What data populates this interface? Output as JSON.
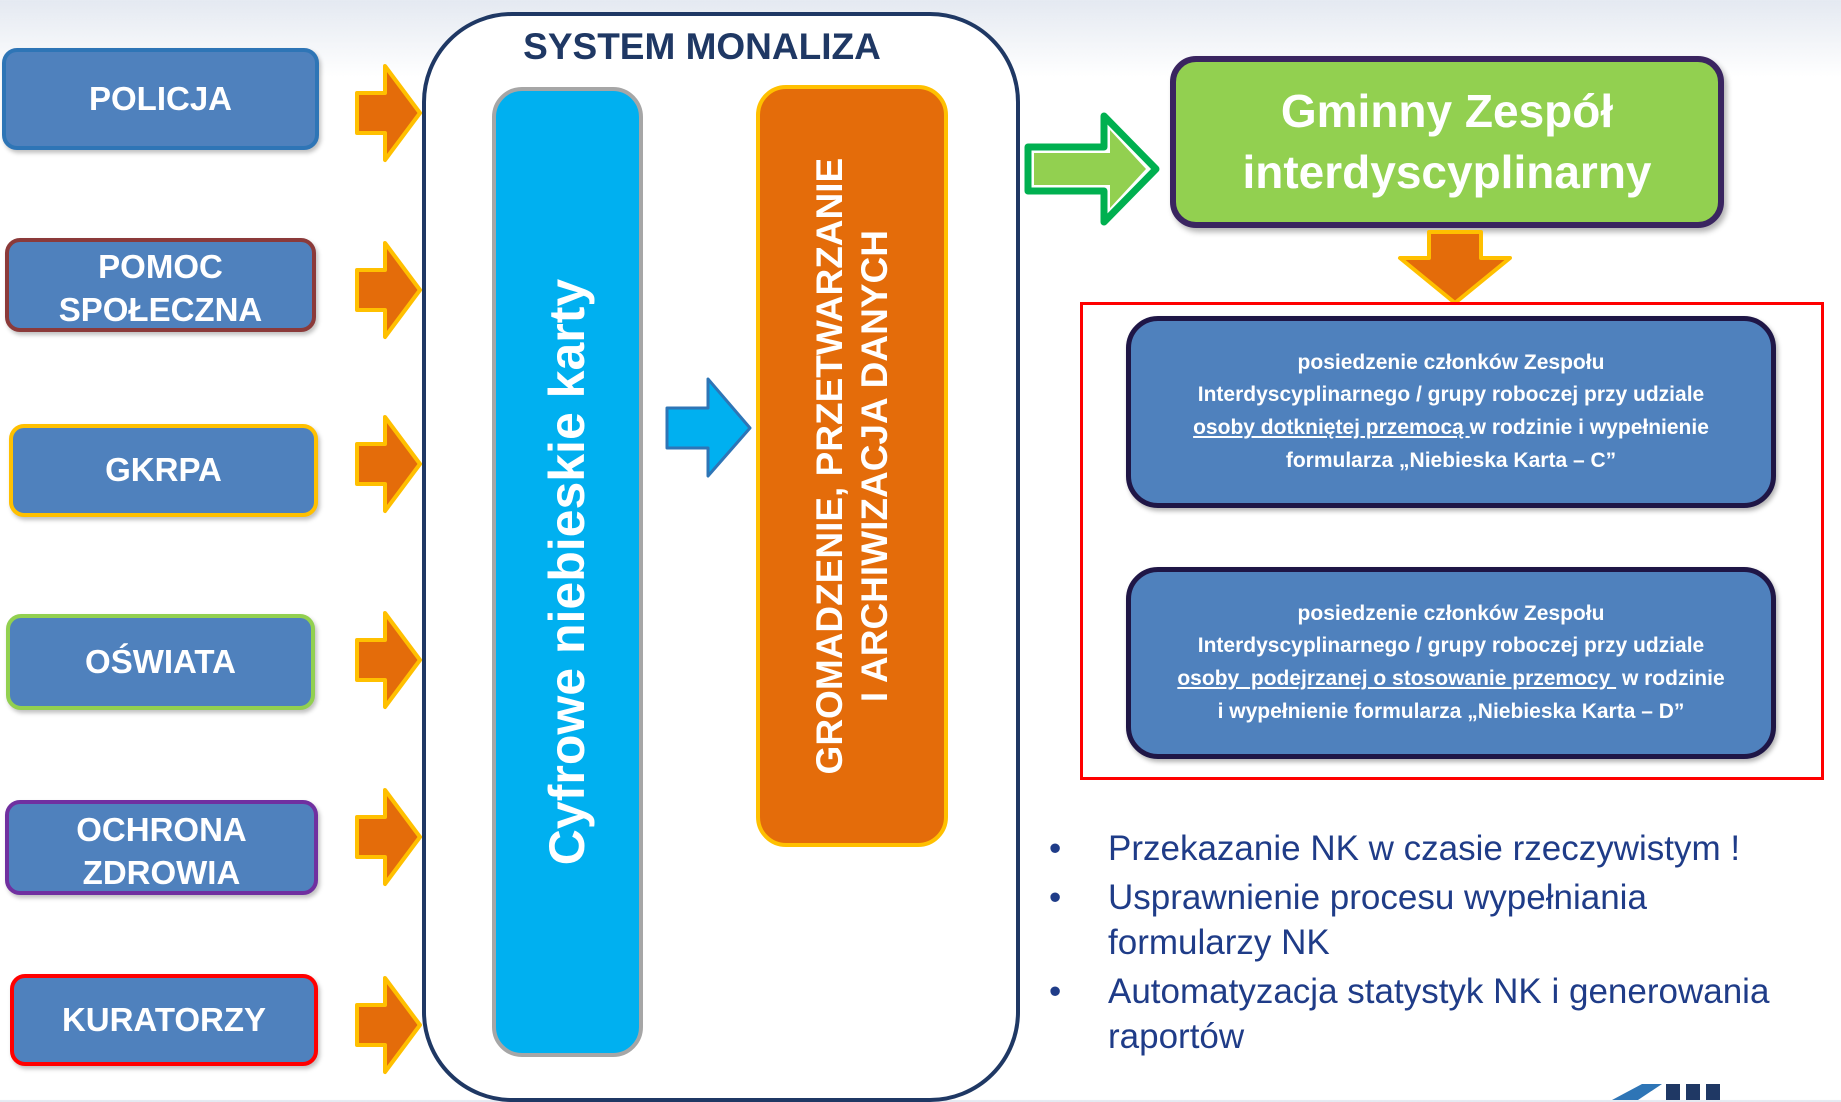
{
  "sources": [
    {
      "label": "POLICJA",
      "border_color": "#2e75b6"
    },
    {
      "label": "POMOC SPOŁECZNA",
      "border_color": "#8b3a3a"
    },
    {
      "label": "GKRPA",
      "border_color": "#ffc000"
    },
    {
      "label": "OŚWIATA",
      "border_color": "#92d050"
    },
    {
      "label": "OCHRONA ZDROWIA",
      "border_color": "#7030a0"
    },
    {
      "label": "KURATORZY",
      "border_color": "#ff0000"
    }
  ],
  "system": {
    "title": "SYSTEM MONALIZA",
    "cards_label": "Cyfrowe niebieskie karty",
    "processing_line1": "GROMADZENIE, PRZETWARZANIE",
    "processing_line2": "I ARCHIWIZACJA DANYCH"
  },
  "team": {
    "line1": "Gminny Zespół",
    "line2": "interdyscyplinarny"
  },
  "meetings": [
    {
      "line1": "posiedzenie członków Zespołu",
      "line2": "Interdyscyplinarnego / grupy roboczej przy udziale",
      "underlined": "osoby dotkniętej przemocą ",
      "rest3": "w rodzinie i wypełnienie",
      "line4": "formularza „Niebieska Karta – C”"
    },
    {
      "line1": "posiedzenie członków Zespołu",
      "line2": "Interdyscyplinarnego / grupy roboczej przy udziale",
      "underlined": "osoby  podejrzanej o stosowanie przemocy ",
      "rest3": " w rodzinie",
      "line4": "i wypełnienie formularza „Niebieska Karta – D”"
    }
  ],
  "bullets": [
    "Przekazanie NK w czasie rzeczywistym !",
    "Usprawnienie procesu wypełniania formularzy NK",
    "Automatyzacja statystyk NK i generowania raportów"
  ],
  "bullet_symbol": "•",
  "colors": {
    "source_fill": "#4f81bd",
    "arrow_orange": "#e46c0a",
    "arrow_outline": "#ffc000",
    "cards_bar": "#00b0f0",
    "processing_bar": "#e46c0a",
    "team_fill": "#92d050",
    "frame_red": "#ff0000"
  }
}
